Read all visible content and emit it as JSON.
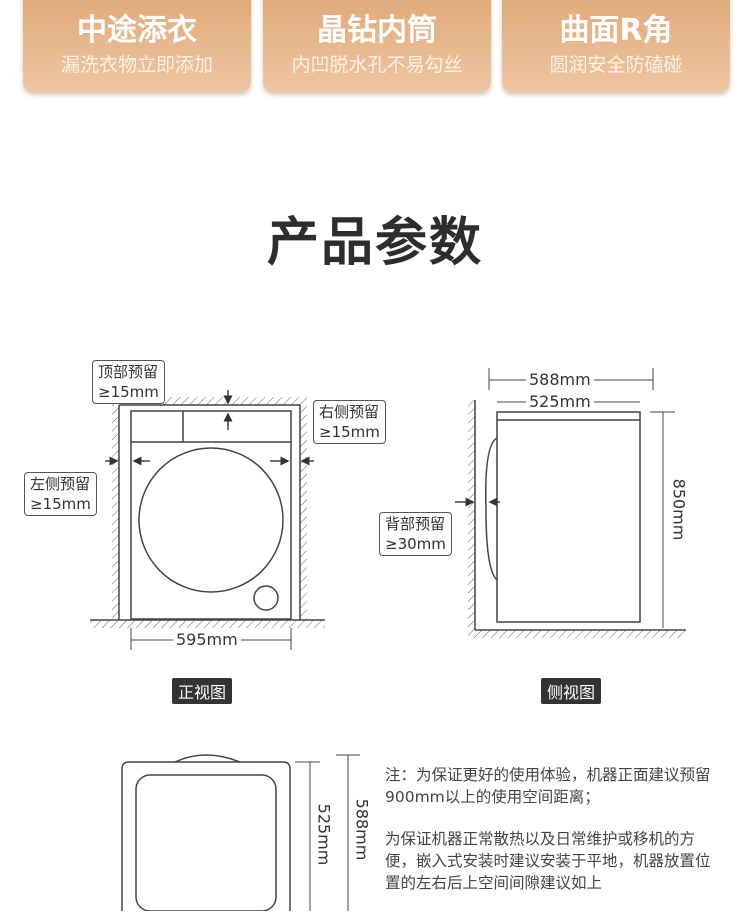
{
  "features": [
    {
      "title": "中途添衣",
      "subtitle": "漏洗衣物立即添加"
    },
    {
      "title": "晶钻内筒",
      "subtitle": "内凹脱水孔不易勾丝"
    },
    {
      "title": "曲面R角",
      "subtitle": "圆润安全防磕碰"
    }
  ],
  "section_title": "产品参数",
  "front_view": {
    "top_gap_label": "顶部预留",
    "top_gap_value": "≥15mm",
    "right_gap_label": "右侧预留",
    "right_gap_value": "≥15mm",
    "left_gap_label": "左侧预留",
    "left_gap_value": "≥15mm",
    "width": "595mm",
    "caption": "正视图"
  },
  "side_view": {
    "depth_total": "588mm",
    "depth_body": "525mm",
    "height": "850mm",
    "back_gap_label": "背部预留",
    "back_gap_value": "≥30mm",
    "caption": "侧视图"
  },
  "top_view": {
    "depth_body": "525mm",
    "depth_total": "588mm"
  },
  "note": {
    "p1": "注：为保证更好的使用体验，机器正面建议预留900mm以上的使用空间距离；",
    "p2": "为保证机器正常散热以及日常维护或移机的方便，嵌入式安装时建议安装于平地，机器放置位置的左右后上空间间隙建议如上"
  }
}
